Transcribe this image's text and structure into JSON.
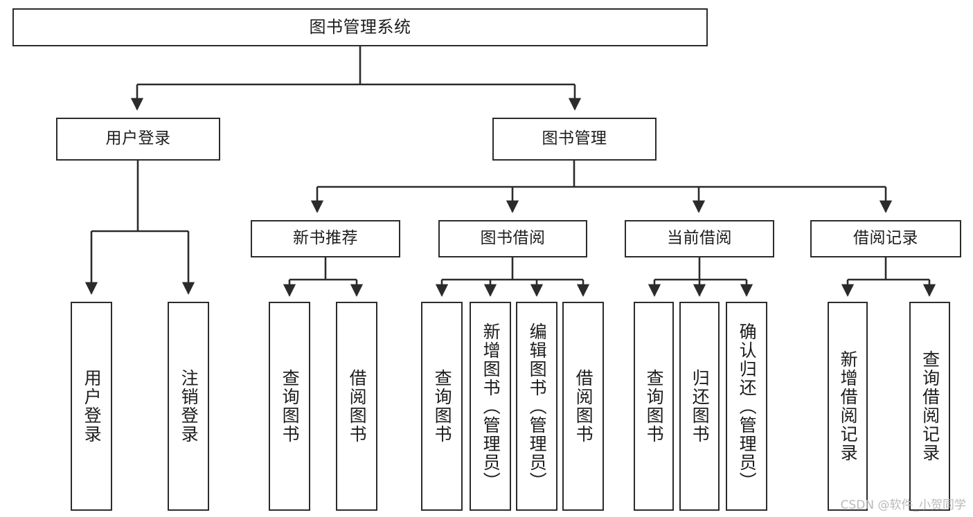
{
  "diagram": {
    "type": "tree-hierarchy",
    "title": "图书管理系统",
    "watermark": "CSDN @软件_小贺同学",
    "colors": {
      "background": "#ffffff",
      "box_border": "#2b2b2b",
      "text": "#1c1c1c",
      "connector": "#2b2b2b",
      "watermark": "#b9b9b9"
    },
    "nodes": {
      "root": {
        "label": "图书管理系统"
      },
      "level2": [
        {
          "label": "用户登录"
        },
        {
          "label": "图书管理"
        }
      ],
      "level3": [
        {
          "label": "新书推荐"
        },
        {
          "label": "图书借阅"
        },
        {
          "label": "当前借阅"
        },
        {
          "label": "借阅记录"
        }
      ],
      "leaves_user_login": [
        {
          "label": "用户登录"
        },
        {
          "label": "注销登录"
        }
      ],
      "leaves_new_books": [
        {
          "label": "查询图书"
        },
        {
          "label": "借阅图书"
        }
      ],
      "leaves_borrow": [
        {
          "label": "查询图书"
        },
        {
          "label": "新增图书（管理员）"
        },
        {
          "label": "编辑图书（管理员）"
        },
        {
          "label": "借阅图书"
        }
      ],
      "leaves_current": [
        {
          "label": "查询图书"
        },
        {
          "label": "归还图书"
        },
        {
          "label": "确认归还（管理员）"
        }
      ],
      "leaves_records": [
        {
          "label": "新增借阅记录"
        },
        {
          "label": "查询借阅记录"
        }
      ]
    }
  }
}
